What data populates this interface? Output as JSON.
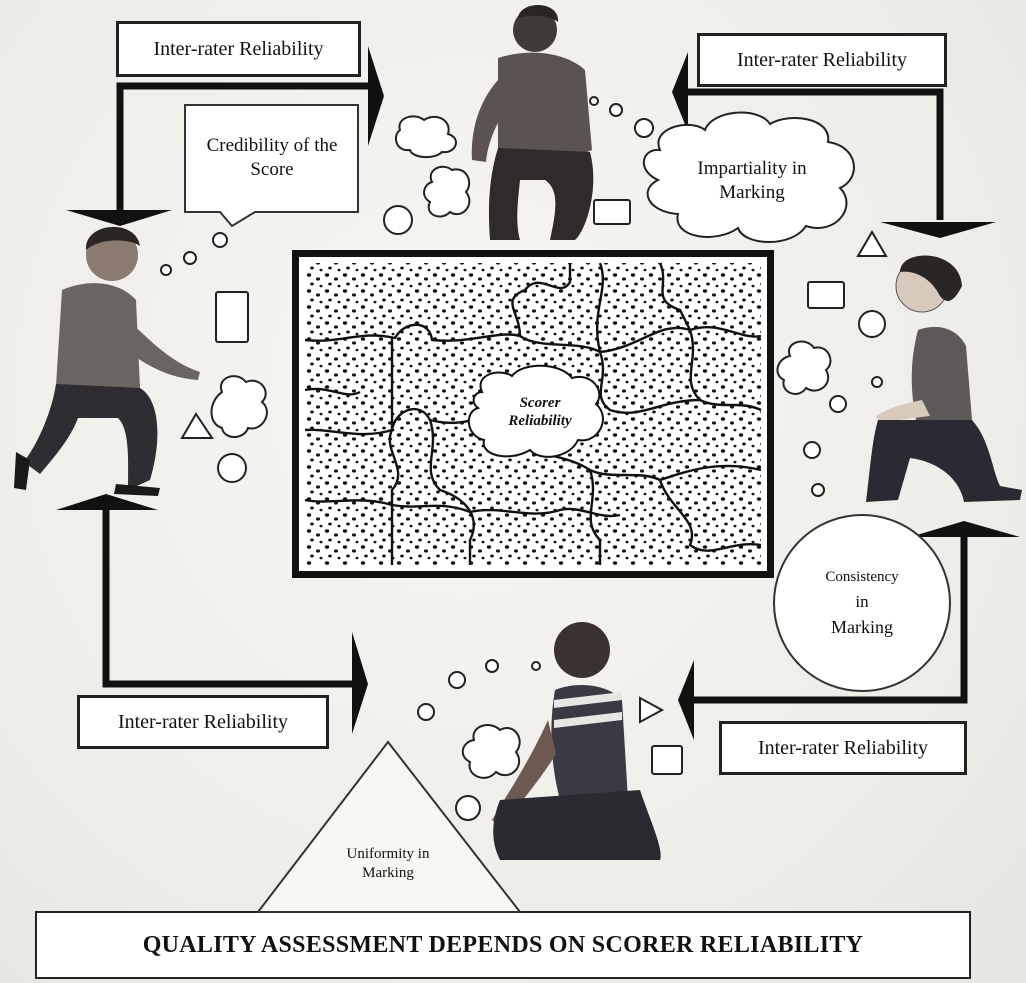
{
  "boxes": {
    "top_left": "Inter-rater Reliability",
    "top_right": "Inter-rater Reliability",
    "bottom_left": "Inter-rater Reliability",
    "bottom_right": "Inter-rater Reliability"
  },
  "bubbles": {
    "speech": "Credibility of the Score",
    "cloud": "Impartiality in Marking",
    "circle_line1": "Consistency",
    "circle_line2": "in",
    "circle_line3": "Marking",
    "triangle": "Uniformity in Marking"
  },
  "center": {
    "line1": "Scorer",
    "line2": "Reliability"
  },
  "footer": "QUALITY ASSESSMENT DEPENDS ON SCORER RELIABILITY"
}
